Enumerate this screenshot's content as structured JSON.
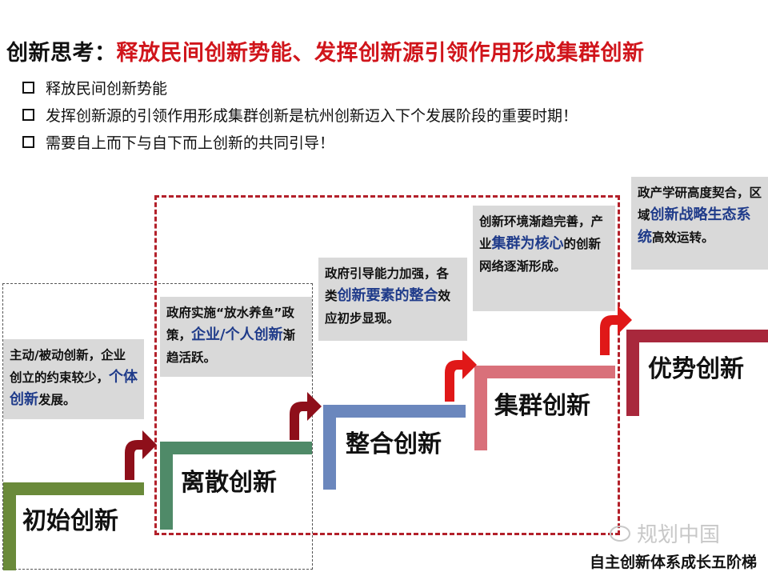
{
  "title": {
    "lead": "创新思考：",
    "main": "释放民间创新势能、发挥创新源引领作用形成集群创新"
  },
  "bullets": [
    "释放民间创新势能",
    "发挥创新源的引领作用形成集群创新是杭州创新迈入下个发展阶段的重要时期！",
    "需要自上而下与自下而上创新的共同引导！"
  ],
  "stages": [
    {
      "name": "初始创新",
      "color": "#6a8a3a",
      "note": [
        {
          "t": "主动/被动创新，企业创立的约束较少，",
          "hl": false
        },
        {
          "t": "个体创新",
          "hl": true
        },
        {
          "t": "发展。",
          "hl": false
        }
      ]
    },
    {
      "name": "离散创新",
      "color": "#4f8a68",
      "note": [
        {
          "t": "政府实施“放水养鱼”政策，",
          "hl": false
        },
        {
          "t": "企业/个人创新",
          "hl": true
        },
        {
          "t": "渐趋活跃。",
          "hl": false
        }
      ]
    },
    {
      "name": "整合创新",
      "color": "#6b87bd",
      "note": [
        {
          "t": "政府引导能力加强，各类",
          "hl": false
        },
        {
          "t": "创新要素的整合",
          "hl": true
        },
        {
          "t": "效应初步显现。",
          "hl": false
        }
      ]
    },
    {
      "name": "集群创新",
      "color": "#d9707a",
      "note": [
        {
          "t": "创新环境渐趋完善，产业",
          "hl": false
        },
        {
          "t": "集群为核心",
          "hl": true
        },
        {
          "t": "的创新网络逐渐形成。",
          "hl": false
        }
      ]
    },
    {
      "name": "优势创新",
      "color": "#a8283c",
      "note": [
        {
          "t": "政产学研高度契合，区域",
          "hl": false
        },
        {
          "t": "创新战略生态系统",
          "hl": true
        },
        {
          "t": "高效运转。",
          "hl": false
        }
      ]
    }
  ],
  "arrow_color": "#8e0f1a",
  "arrow_color_bright": "#e01818",
  "caption": "自主创新体系成长五阶梯",
  "watermark": "规划中国"
}
